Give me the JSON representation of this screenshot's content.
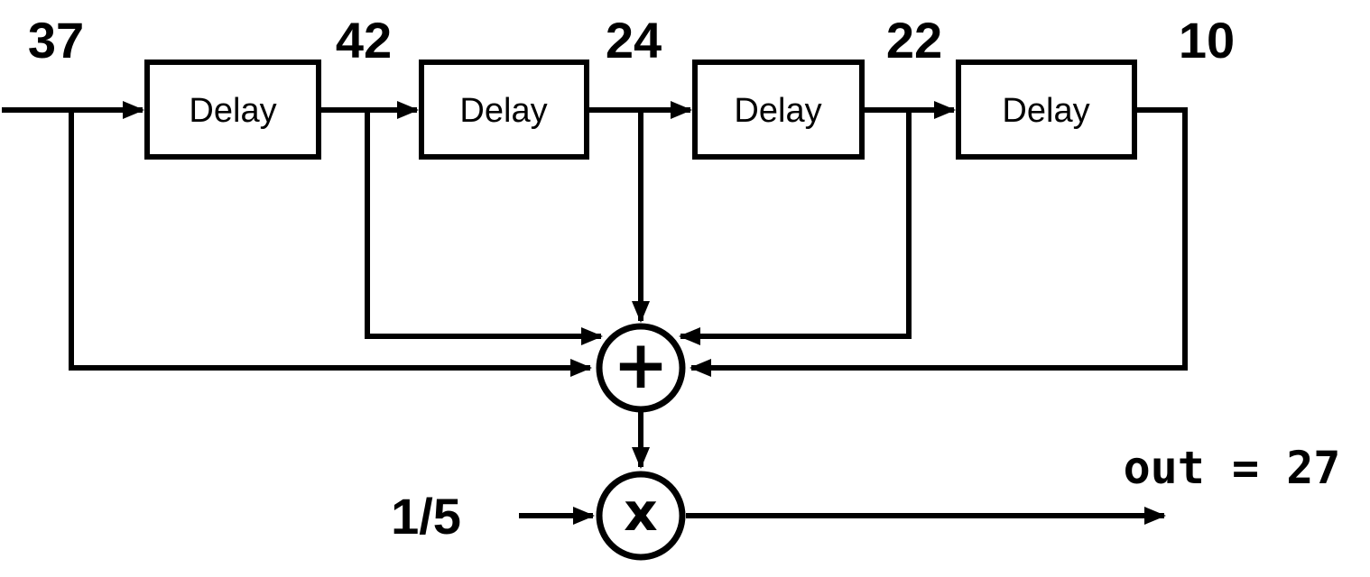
{
  "diagram": {
    "type": "signal-flow-block-diagram",
    "colors": {
      "line": "#000000",
      "background": "#ffffff"
    },
    "taps": [
      {
        "value": "37"
      },
      {
        "value": "42"
      },
      {
        "value": "24"
      },
      {
        "value": "22"
      },
      {
        "value": "10"
      }
    ],
    "delay_blocks": [
      {
        "label": "Delay"
      },
      {
        "label": "Delay"
      },
      {
        "label": "Delay"
      },
      {
        "label": "Delay"
      }
    ],
    "adder": {
      "symbol": "+"
    },
    "multiplier": {
      "symbol": "x",
      "coefficient": "1/5"
    },
    "output": {
      "label": "out = 27"
    }
  }
}
